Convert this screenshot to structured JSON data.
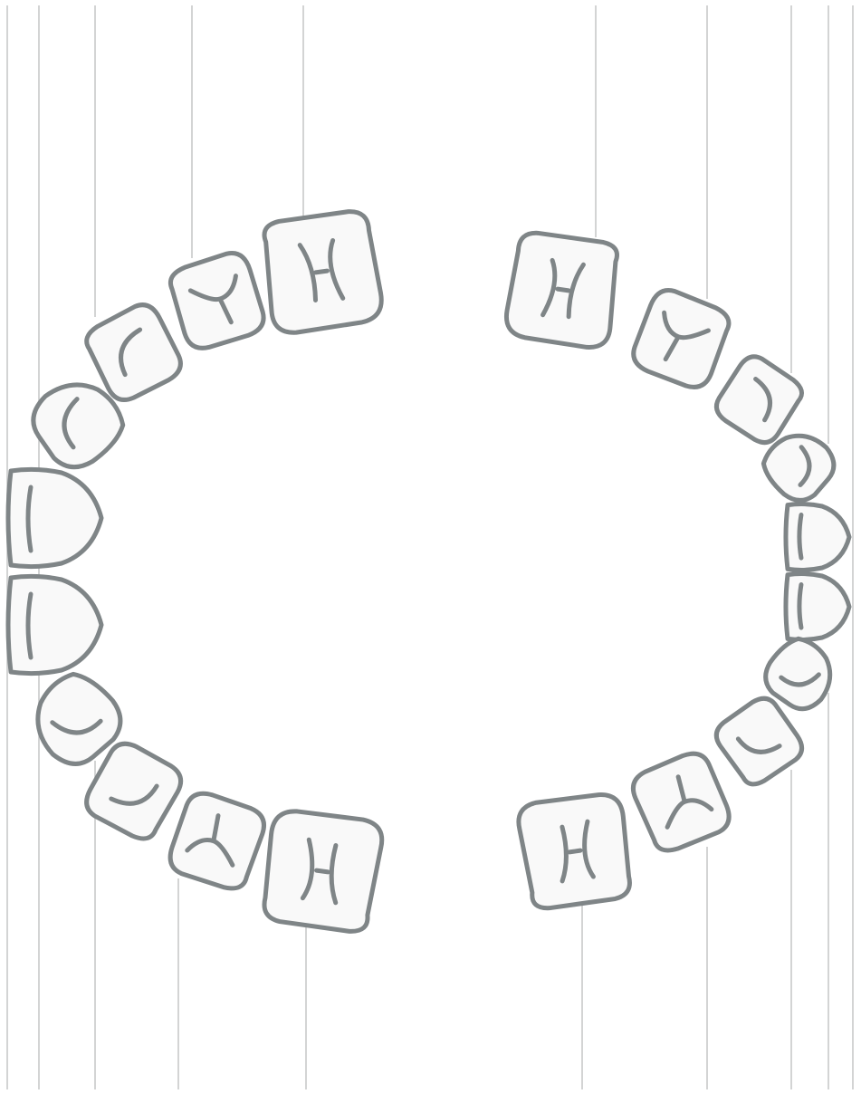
{
  "diagram": {
    "type": "dental-arch-occlusal-chart",
    "colors": {
      "background": "#ffffff",
      "tooth_fill": "#f9f9f9",
      "tooth_outline": "#7f8587",
      "leader_line": "#c8c9ca"
    },
    "arches": [
      {
        "side": "left",
        "teeth": [
          {
            "kind": "molar",
            "groove": "x-fissure"
          },
          {
            "kind": "premolar",
            "groove": "y-fissure"
          },
          {
            "kind": "premolar",
            "groove": "arc"
          },
          {
            "kind": "canine",
            "groove": "arc"
          },
          {
            "kind": "incisor",
            "groove": "line"
          },
          {
            "kind": "incisor",
            "groove": "line"
          },
          {
            "kind": "canine",
            "groove": "arc"
          },
          {
            "kind": "premolar",
            "groove": "arc"
          },
          {
            "kind": "premolar",
            "groove": "y-fissure"
          },
          {
            "kind": "molar",
            "groove": "x-fissure"
          }
        ]
      },
      {
        "side": "right",
        "teeth": [
          {
            "kind": "molar",
            "groove": "x-fissure"
          },
          {
            "kind": "premolar",
            "groove": "y-fissure"
          },
          {
            "kind": "premolar",
            "groove": "arc"
          },
          {
            "kind": "canine",
            "groove": "arc"
          },
          {
            "kind": "incisor",
            "groove": "line"
          },
          {
            "kind": "incisor",
            "groove": "line"
          },
          {
            "kind": "canine",
            "groove": "arc"
          },
          {
            "kind": "premolar",
            "groove": "arc"
          },
          {
            "kind": "premolar",
            "groove": "y-fissure"
          },
          {
            "kind": "molar",
            "groove": "x-fissure"
          }
        ]
      }
    ]
  }
}
